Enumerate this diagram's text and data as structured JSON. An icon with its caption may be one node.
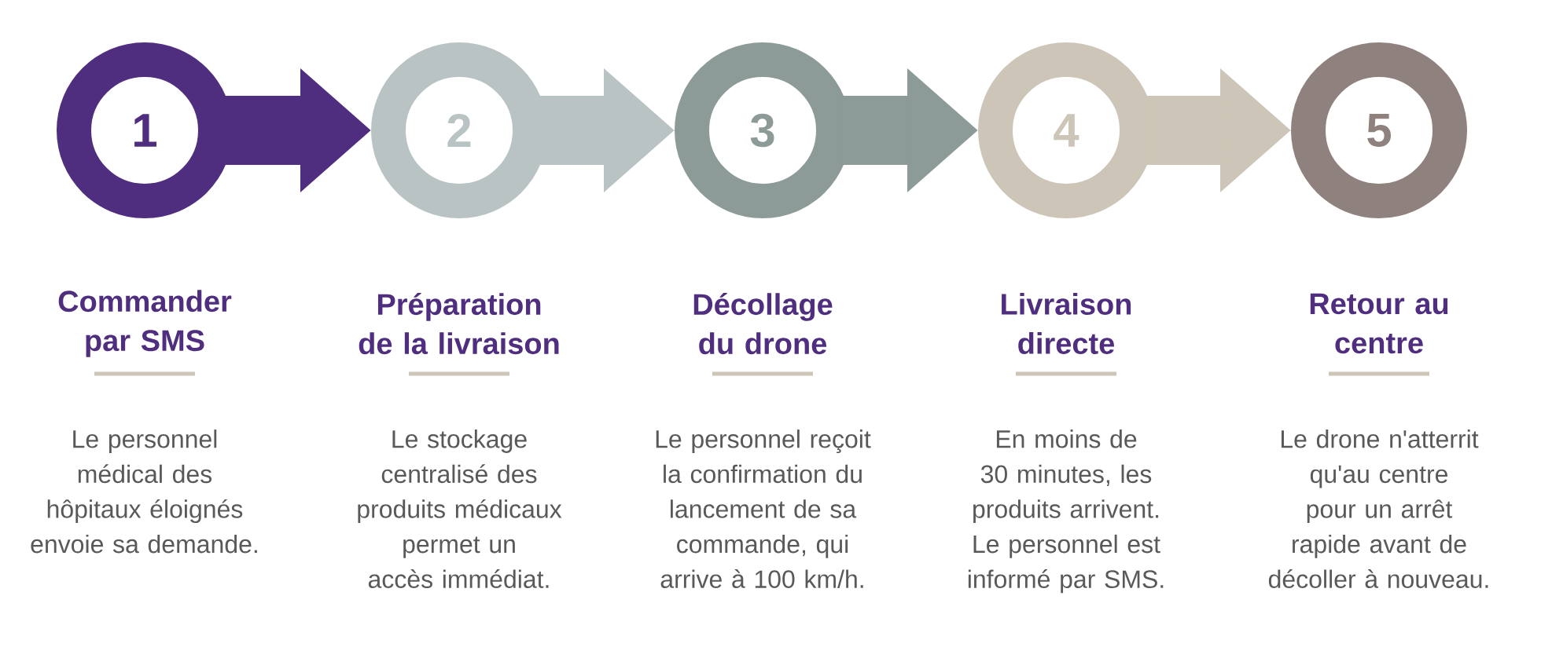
{
  "diagram": {
    "nodes": [
      {
        "text": [
          "1"
        ],
        "beside": [
          "Commander par SMS",
          "Le personnel médical des hôpitaux éloignés envoie sa demande."
        ]
      },
      {
        "text": [
          "2"
        ],
        "beside": [
          "Préparation de la livraison",
          "Le stockage centralisé des produits médicaux permet un accès immédiat."
        ]
      },
      {
        "text": [
          "3"
        ],
        "beside": [
          "Décollage du drone",
          "Le personnel reçoit la confirmation du lancement de sa commande, qui arrive à 100 km/h."
        ]
      },
      {
        "text": [
          "4"
        ],
        "beside": [
          "Livraison directe",
          "En moins de 30 minutes, les produits arrivent. Le personnel est informé par SMS."
        ]
      },
      {
        "text": [
          "5"
        ],
        "beside": [
          "Retour au centre",
          "Le drone n'atterrit qu'au centre pour un arrêt rapide avant de décoller à nouveau."
        ]
      }
    ],
    "edges": [
      {
        "from": 0,
        "to": 1,
        "arrow": "to",
        "color": "#4f2d7f"
      },
      {
        "from": 1,
        "to": 2,
        "arrow": "to",
        "color": "#b9c3c3"
      },
      {
        "from": 2,
        "to": 3,
        "arrow": "to",
        "color": "#8d9b98"
      },
      {
        "from": 3,
        "to": 4,
        "arrow": "to",
        "color": "#cdc6b8"
      }
    ]
  }
}
